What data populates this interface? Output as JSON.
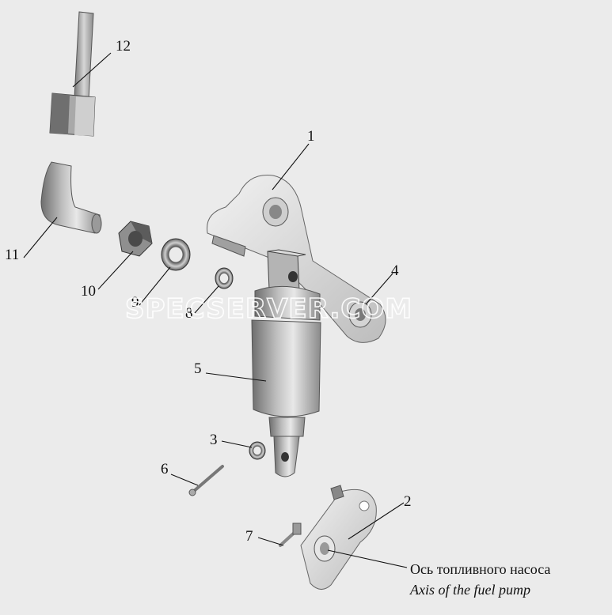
{
  "parts": {
    "p1": "1",
    "p2": "2",
    "p3": "3",
    "p4": "4",
    "p5": "5",
    "p6": "6",
    "p7": "7",
    "p8": "8",
    "p9": "9",
    "p10": "10",
    "p11": "11",
    "p12": "12"
  },
  "caption": {
    "ru": "Ось топливного насоса",
    "en": "Axis of the fuel pump"
  },
  "watermark": "SPECSERVER.COM"
}
